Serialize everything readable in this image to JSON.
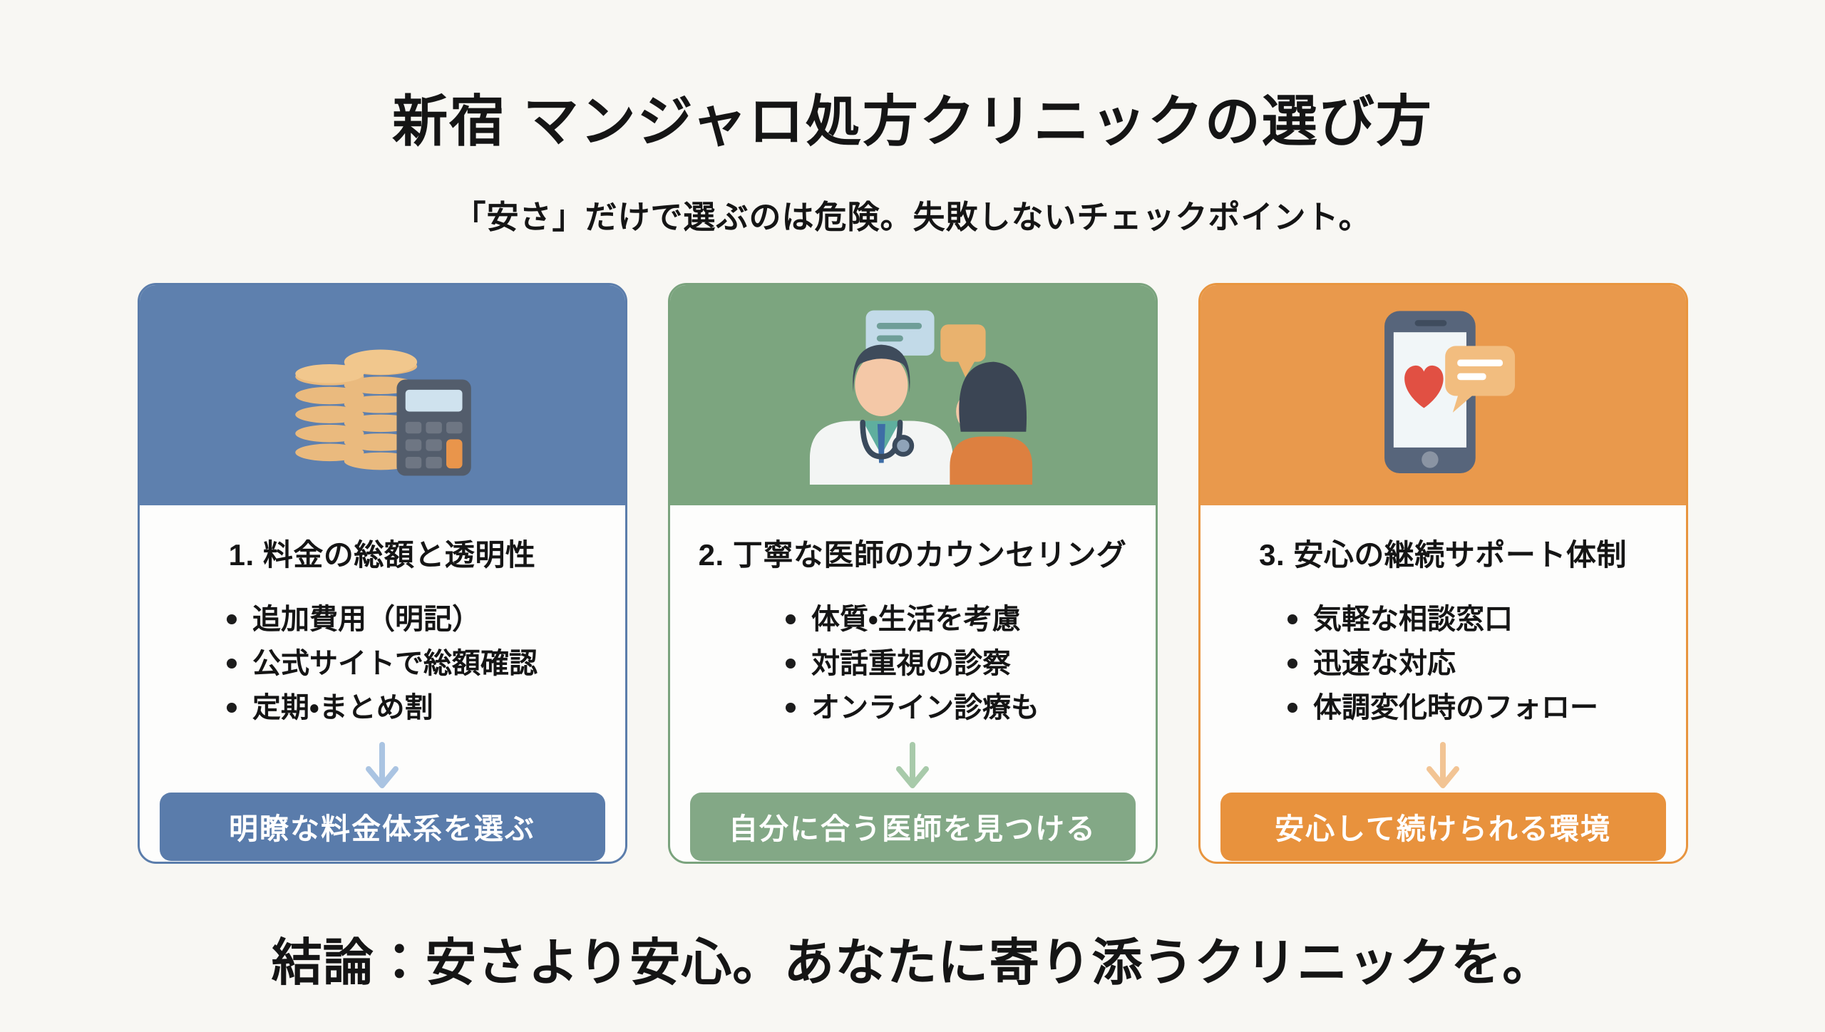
{
  "page": {
    "background": "#f8f7f3",
    "title": "新宿 マンジャロ処方クリニックの選び方",
    "subtitle": "「安さ」だけで選ぶのは危険。失敗しないチェックポイント。",
    "conclusion": "結論：安さより安心。あなたに寄り添うクリニックを。"
  },
  "cards": [
    {
      "number": "1",
      "icon": "coins-calculator-icon",
      "heading": "1. 料金の総額と透明性",
      "bullets": [
        "追加費用（明記）",
        "公式サイトで総額確認",
        "定期・まとめ割"
      ],
      "banner": "明瞭な料金体系を選ぶ",
      "colors": {
        "accent": "#5b7dab",
        "header_bg": "#5e80ae",
        "banner_bg": "#5a7cab",
        "arrow": "#aac4e2"
      }
    },
    {
      "number": "2",
      "icon": "doctor-patient-icon",
      "heading": "2. 丁寧な医師のカウンセリング",
      "bullets": [
        "体質・生活を考慮",
        "対話重視の診察",
        "オンライン診療も"
      ],
      "banner": "自分に合う医師を見つける",
      "colors": {
        "accent": "#7aa37d",
        "header_bg": "#7ca57f",
        "banner_bg": "#83a886",
        "arrow": "#a8caaa"
      }
    },
    {
      "number": "3",
      "icon": "smartphone-heart-icon",
      "heading": "3. 安心の継続サポート体制",
      "bullets": [
        "気軽な相談窓口",
        "迅速な対応",
        "体調変化時のフォロー"
      ],
      "banner": "安心して続けられる環境",
      "colors": {
        "accent": "#e8953f",
        "header_bg": "#e9994c",
        "banner_bg": "#e8923d",
        "arrow": "#f2c494"
      }
    }
  ]
}
